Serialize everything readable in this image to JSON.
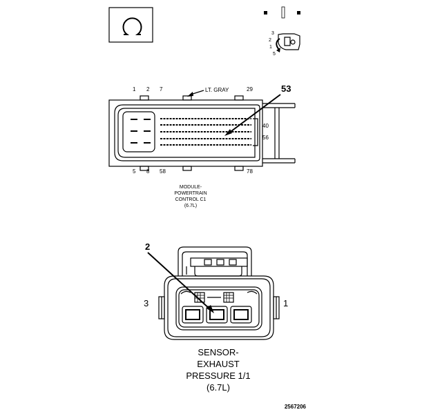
{
  "top_connector": {
    "pin_labels_top": [
      "1",
      "2",
      "7",
      "29"
    ],
    "pin_labels_bottom": [
      "5",
      "8",
      "58",
      "78"
    ],
    "wire_color_label": "LT. GRAY",
    "pin_callout": "53",
    "side_pin_labels": [
      "40",
      "56"
    ],
    "name_lines": [
      "MODULE-",
      "POWERTRAIN",
      "CONTROL C1",
      "(6.7L)"
    ],
    "key_pin_labels": [
      "3",
      "2",
      "1",
      "5"
    ]
  },
  "bottom_connector": {
    "pin_callout": "2",
    "side_left": "3",
    "side_right": "1",
    "name_lines": [
      "SENSOR-",
      "EXHAUST",
      "PRESSURE 1/1",
      "(6.7L)"
    ]
  },
  "figure_number": "2567206"
}
